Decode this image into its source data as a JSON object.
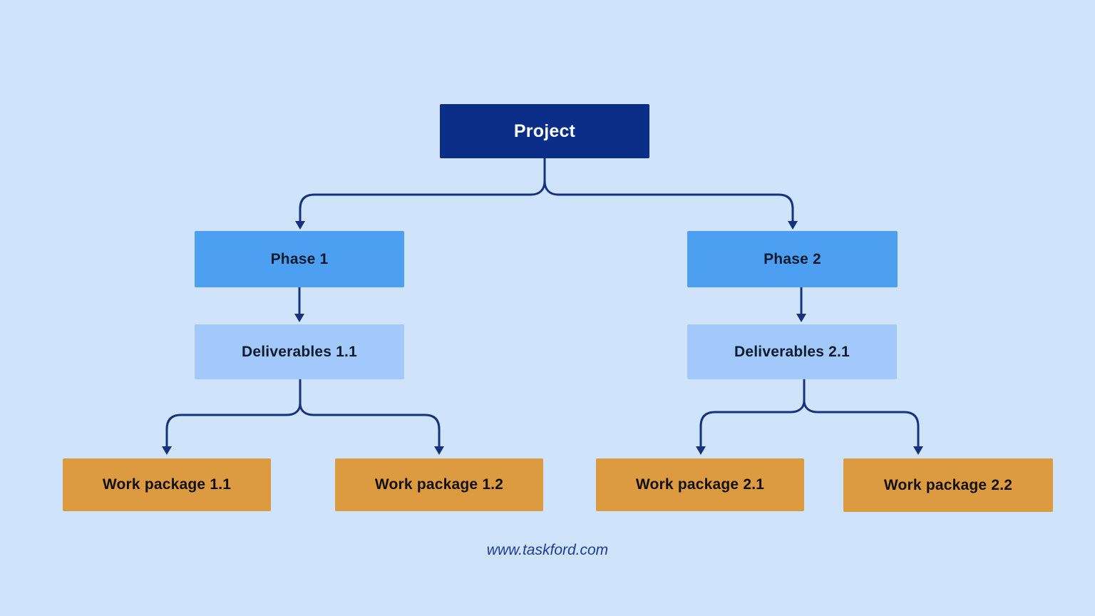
{
  "diagram": {
    "type": "work-breakdown-structure",
    "nodes": {
      "project": {
        "label": "Project",
        "level": 1
      },
      "phase1": {
        "label": "Phase 1",
        "level": 2
      },
      "phase2": {
        "label": "Phase 2",
        "level": 2
      },
      "deliv1": {
        "label": "Deliverables 1.1",
        "level": 3
      },
      "deliv2": {
        "label": "Deliverables 2.1",
        "level": 3
      },
      "wp11": {
        "label": "Work package 1.1",
        "level": 4
      },
      "wp12": {
        "label": "Work package 1.2",
        "level": 4
      },
      "wp21": {
        "label": "Work package 2.1",
        "level": 4
      },
      "wp22": {
        "label": "Work package 2.2",
        "level": 4
      }
    },
    "edges": [
      [
        "Project",
        "Phase 1"
      ],
      [
        "Project",
        "Phase 2"
      ],
      [
        "Phase 1",
        "Deliverables 1.1"
      ],
      [
        "Phase 2",
        "Deliverables 2.1"
      ],
      [
        "Deliverables 1.1",
        "Work package 1.1"
      ],
      [
        "Deliverables 1.1",
        "Work package 1.2"
      ],
      [
        "Deliverables 2.1",
        "Work package 2.1"
      ],
      [
        "Deliverables 2.1",
        "Work package 2.2"
      ]
    ],
    "colors": {
      "background": "#cfe3fb",
      "root_box": "#0a2e87",
      "phase_box": "#4d9ff2",
      "deliverables_box": "#a2c9f9",
      "work_package_box": "#dc9a41",
      "connector_line": "#14337c",
      "root_text": "#ffffff",
      "node_text": "#0d1b2e",
      "footer_text": "#1d3d94"
    }
  },
  "footer": {
    "url": "www.taskford.com"
  }
}
